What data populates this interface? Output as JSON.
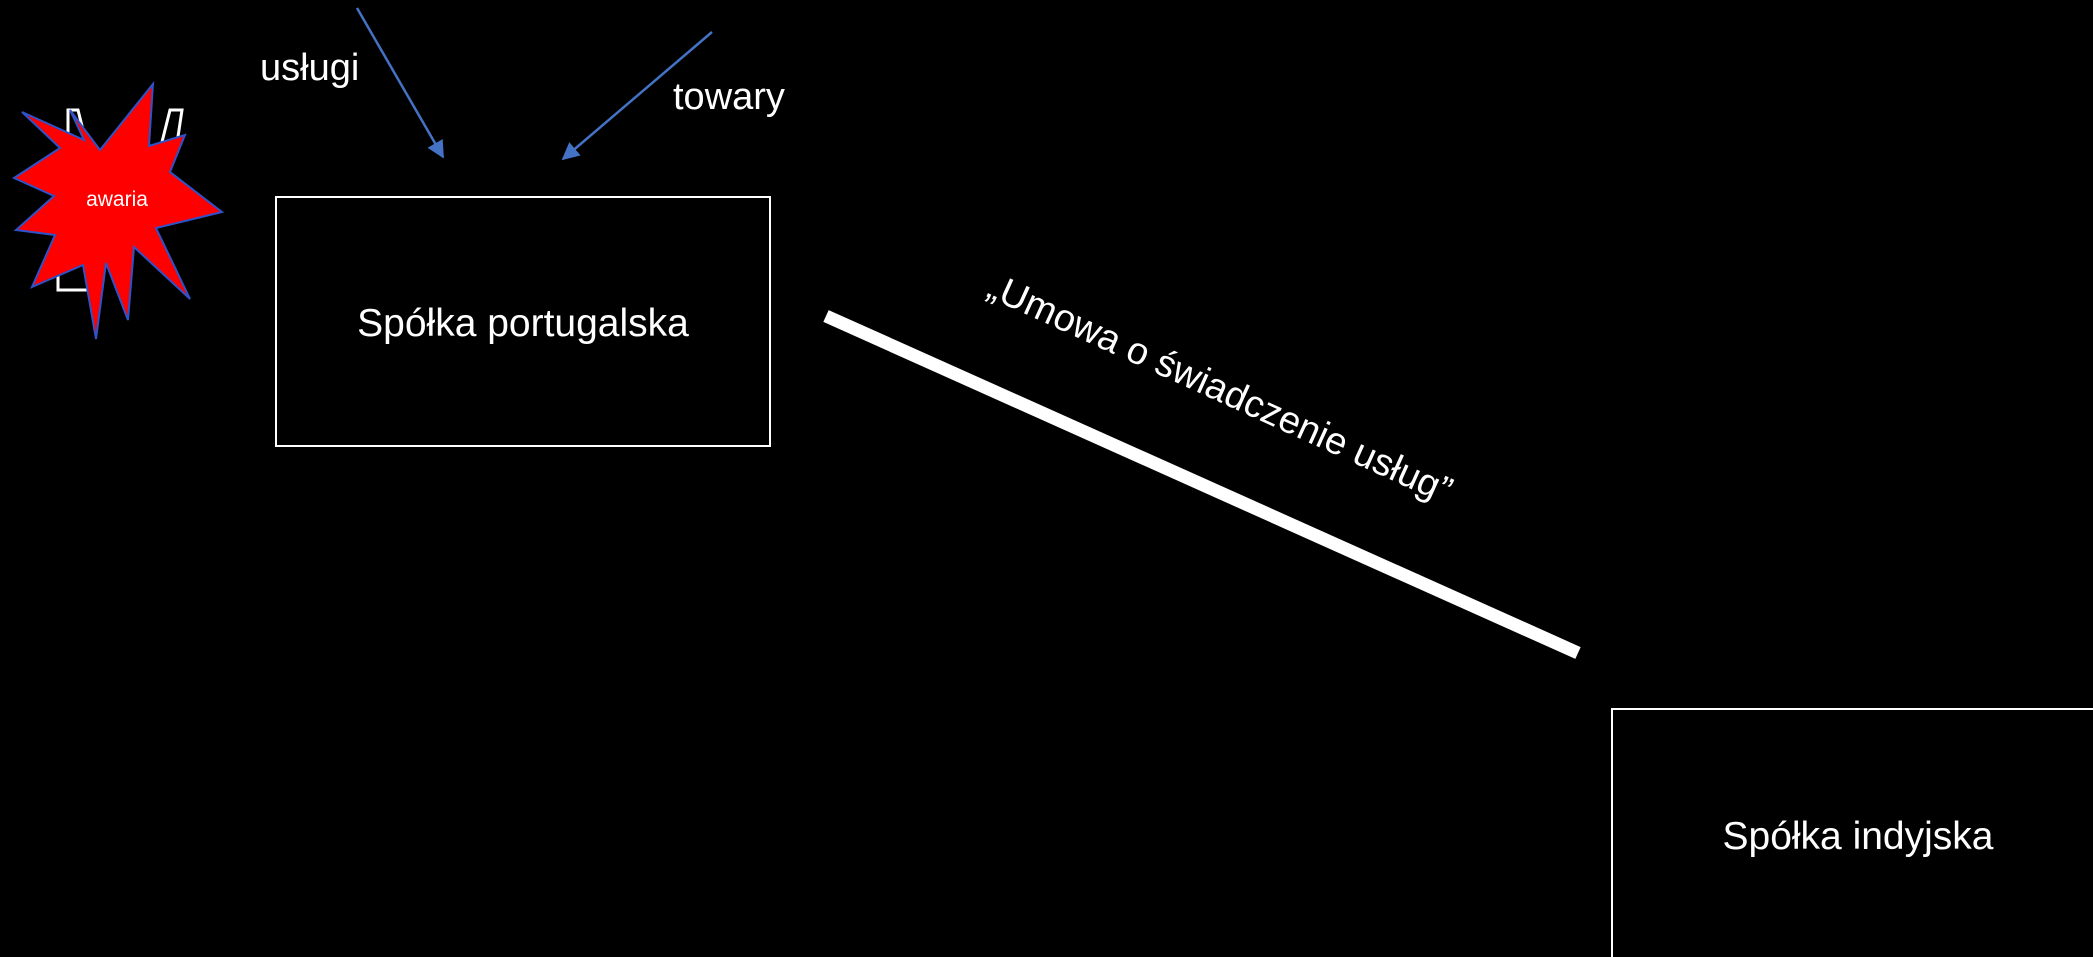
{
  "colors": {
    "background": "#000000",
    "box_border": "#ffffff",
    "text": "#ffffff",
    "arrow": "#4472C4",
    "burst_fill": "#FF0000",
    "burst_stroke": "#2F52C8",
    "connector": "#ffffff"
  },
  "inputs": {
    "services_label": "usługi",
    "goods_label": "towary"
  },
  "alert": {
    "label": "awaria",
    "icon": "explosion-burst"
  },
  "entities": {
    "portuguese_company": "Spółka portugalska",
    "indian_company": "Spółka indyjska"
  },
  "relation": {
    "label": "„Umowa o świadczenie usług”"
  }
}
